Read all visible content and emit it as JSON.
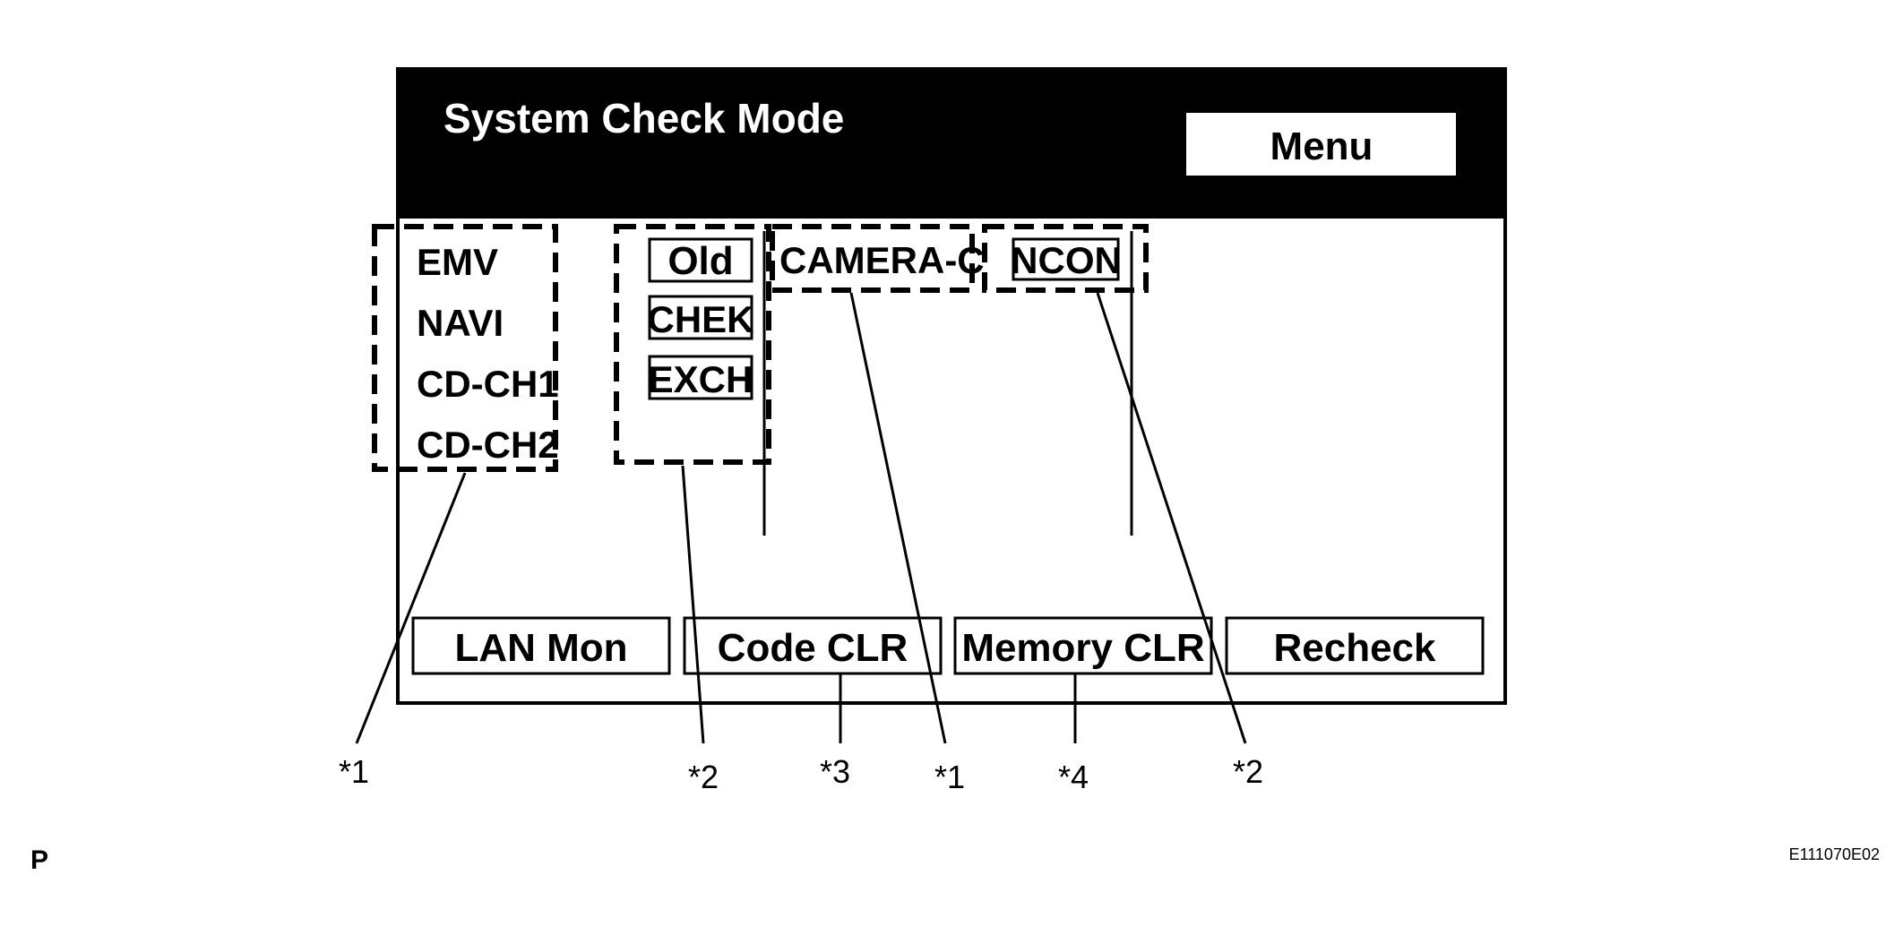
{
  "screen": {
    "title": "System Check Mode",
    "menu_button": "Menu"
  },
  "device_list": [
    "EMV",
    "NAVI",
    "CD-CH1",
    "CD-CH2"
  ],
  "status_codes": [
    "Old",
    "CHEK",
    "EXCH"
  ],
  "column_devices": {
    "camera": "CAMERA-C",
    "ncon": "NCON"
  },
  "buttons": {
    "lan_mon": "LAN Mon",
    "code_clr": "Code CLR",
    "memory_clr": "Memory CLR",
    "recheck": "Recheck"
  },
  "callouts": {
    "c1_left": "*1",
    "c2_left": "*2",
    "c3": "*3",
    "c1_right": "*1",
    "c4": "*4",
    "c2_right": "*2"
  },
  "footer": {
    "left_mark": "P",
    "figure_id": "E111070E02"
  }
}
